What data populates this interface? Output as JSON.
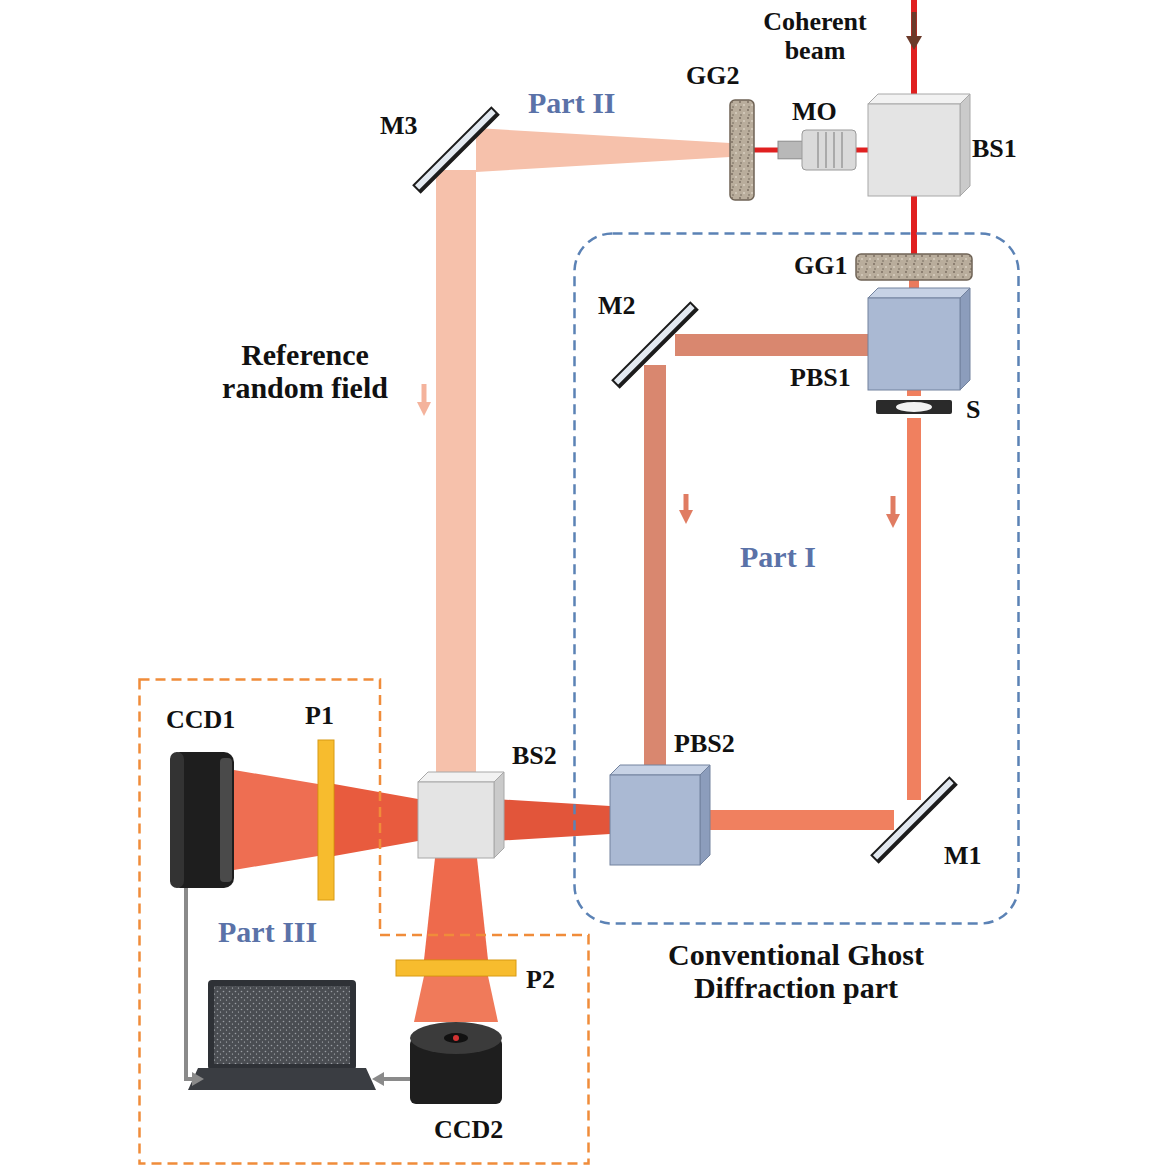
{
  "diagram": {
    "nodes": [
      {
        "text": [
          "BS1"
        ]
      },
      {
        "text": [
          "MO"
        ]
      },
      {
        "text": [
          "GG2"
        ]
      },
      {
        "text": [
          "M3"
        ]
      },
      {
        "text": [
          "GG1"
        ]
      },
      {
        "text": [
          "Conventional Ghost Diffraction part"
        ]
      },
      {
        "text": [
          "PBS1"
        ],
        "in": 5
      },
      {
        "text": [
          "S"
        ],
        "in": 5
      },
      {
        "text": [
          "M2"
        ],
        "in": 5
      },
      {
        "text": [
          "M1"
        ],
        "in": 5
      },
      {
        "text": [
          "PBS2"
        ],
        "in": 5
      },
      {
        "text": [
          "BS2"
        ]
      },
      {
        "text": [
          "Part III"
        ]
      },
      {
        "text": [
          "CCD1"
        ],
        "in": 12
      },
      {
        "text": [
          "P1"
        ],
        "in": 12
      },
      {
        "text": [
          "P2"
        ],
        "in": 12
      },
      {
        "text": [
          "CCD2"
        ],
        "in": 12
      }
    ],
    "edges": [
      {
        "from": 0,
        "to": 1,
        "arrow": "none"
      },
      {
        "from": 1,
        "to": 2,
        "arrow": "none"
      },
      {
        "from": 2,
        "to": 3,
        "arrow": "none"
      },
      {
        "from": 3,
        "to": 11,
        "arrow": "none"
      },
      {
        "from": 0,
        "to": 4,
        "arrow": "none"
      },
      {
        "from": 4,
        "to": 6,
        "arrow": "none"
      },
      {
        "from": 6,
        "to": 8,
        "arrow": "none"
      },
      {
        "from": 6,
        "to": 7,
        "arrow": "none"
      },
      {
        "from": 7,
        "to": 9,
        "arrow": "none"
      },
      {
        "from": 8,
        "to": 10,
        "arrow": "none"
      },
      {
        "from": 9,
        "to": 10,
        "arrow": "none"
      },
      {
        "from": 10,
        "to": 11,
        "arrow": "none"
      },
      {
        "from": 11,
        "to": 14,
        "arrow": "none"
      },
      {
        "from": 14,
        "to": 13,
        "arrow": "none"
      },
      {
        "from": 11,
        "to": 15,
        "arrow": "none"
      },
      {
        "from": 15,
        "to": 16,
        "arrow": "none"
      }
    ],
    "labels": [
      "Coherent beam",
      "Part II",
      "Reference random field",
      "Part I"
    ]
  }
}
